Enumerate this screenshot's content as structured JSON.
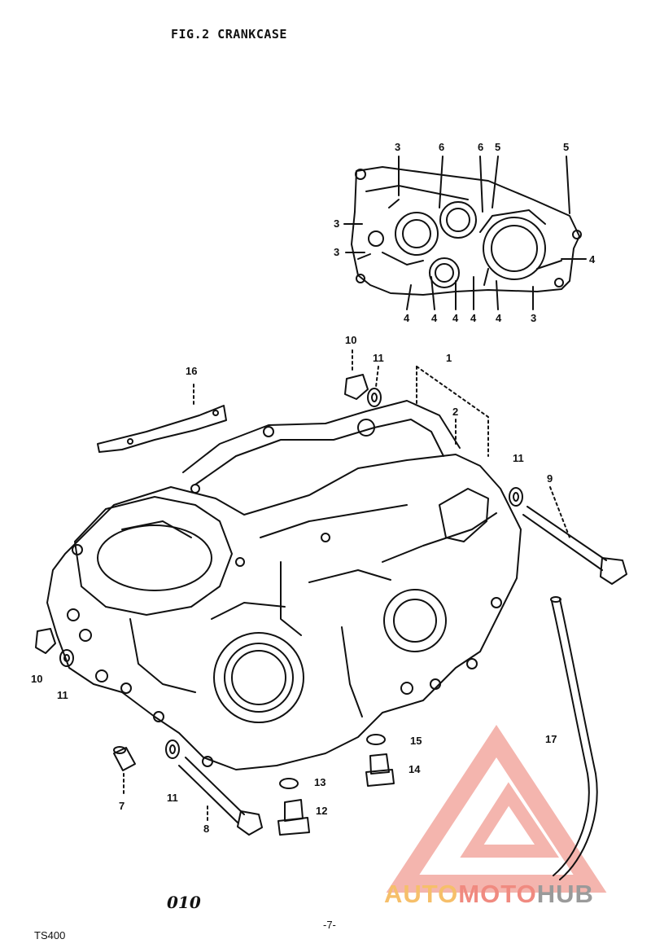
{
  "header": {
    "title": "FIG.2  CRANKCASE"
  },
  "inset_callouts": {
    "top": [
      "3",
      "6",
      "6",
      "5",
      "5"
    ],
    "left": [
      "3",
      "3"
    ],
    "right": [
      "4"
    ],
    "bottom": [
      "4",
      "4",
      "4",
      "4",
      "4",
      "3"
    ]
  },
  "main_callouts": {
    "c1": "1",
    "c2": "2",
    "c7": "7",
    "c8": "8",
    "c9": "9",
    "c10a": "10",
    "c10b": "10",
    "c11a": "11",
    "c11b": "11",
    "c11c": "11",
    "c11d": "11",
    "c12": "12",
    "c13": "13",
    "c14": "14",
    "c15": "15",
    "c16": "16",
    "c17": "17"
  },
  "footer": {
    "sheet_code": "010",
    "model": "TS400",
    "page": "-7-"
  },
  "watermark": {
    "auto": "AUTO",
    "moto": "MOTO",
    "hub": "HUB",
    "colors": {
      "auto": "#f6bf6a",
      "moto": "#f08a80",
      "hub": "#9a9a9a"
    }
  }
}
